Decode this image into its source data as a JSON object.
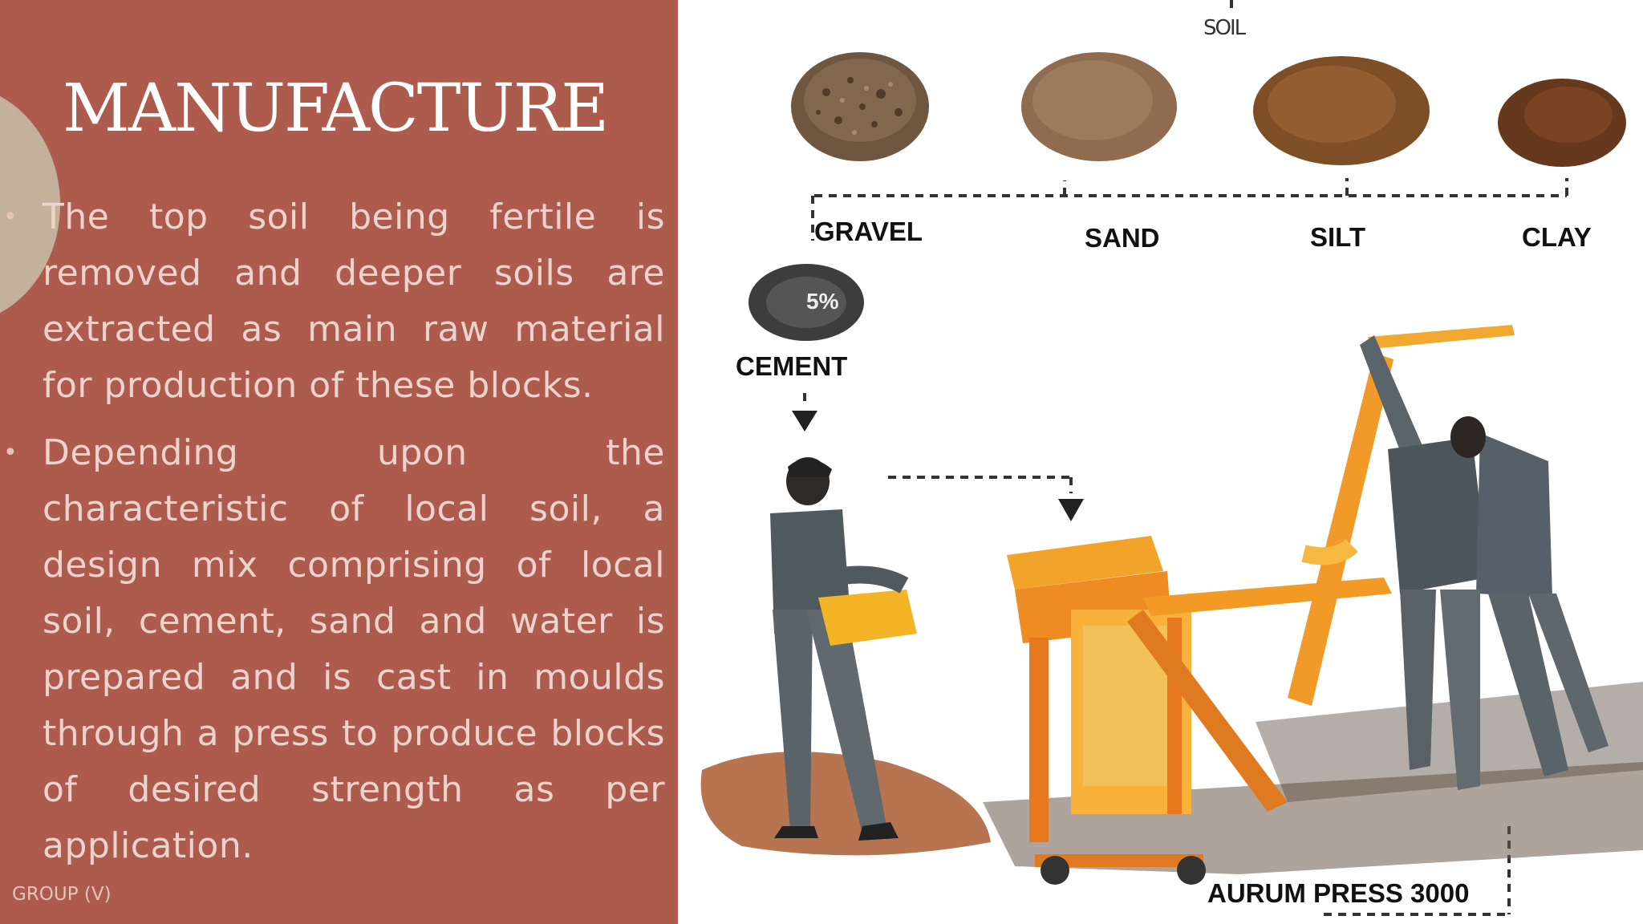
{
  "slide": {
    "title": "MANUFACTURE",
    "bullets": [
      "The top soil being fertile is removed and deeper soils are extracted as main raw material for production of these blocks.",
      " Depending upon the characteristic of local soil, a design mix comprising of local soil, cement, sand and water is prepared and is cast in moulds through a press to produce blocks of desired strength as per application."
    ],
    "footer": "GROUP (V)"
  },
  "diagram": {
    "soil_label": "SOIL",
    "soil_types": [
      "GRAVEL",
      "SAND",
      "SILT",
      "CLAY"
    ],
    "cement_label": "CEMENT",
    "cement_badge": "5%",
    "press_label": "AURUM PRESS 3000"
  },
  "colors": {
    "panel": "#ad5b4d",
    "accent_shape": "#c3b19c",
    "title": "#ffffff",
    "body_text": "#ecd3cc",
    "machine": "#f3a623"
  },
  "icons": [
    "bullet-icon",
    "arrow-down-icon"
  ]
}
